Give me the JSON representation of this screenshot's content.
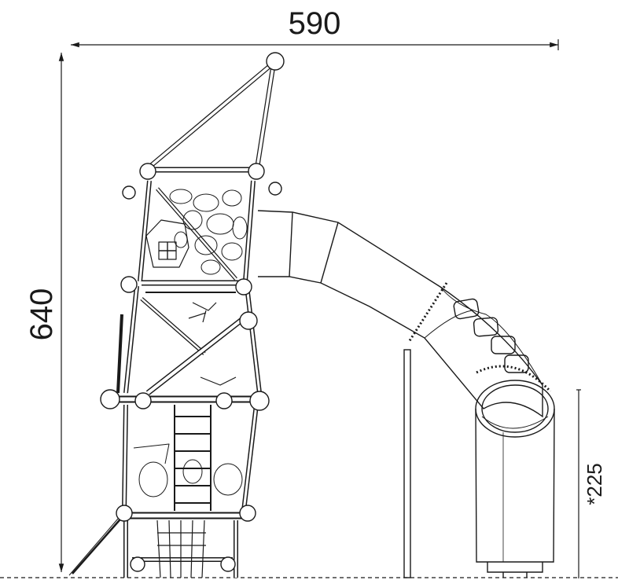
{
  "dimensions": {
    "width": "590",
    "height": "640",
    "slide_height": "*225"
  },
  "colors": {
    "line": "#1a1a1a",
    "fill": "#ffffff"
  }
}
